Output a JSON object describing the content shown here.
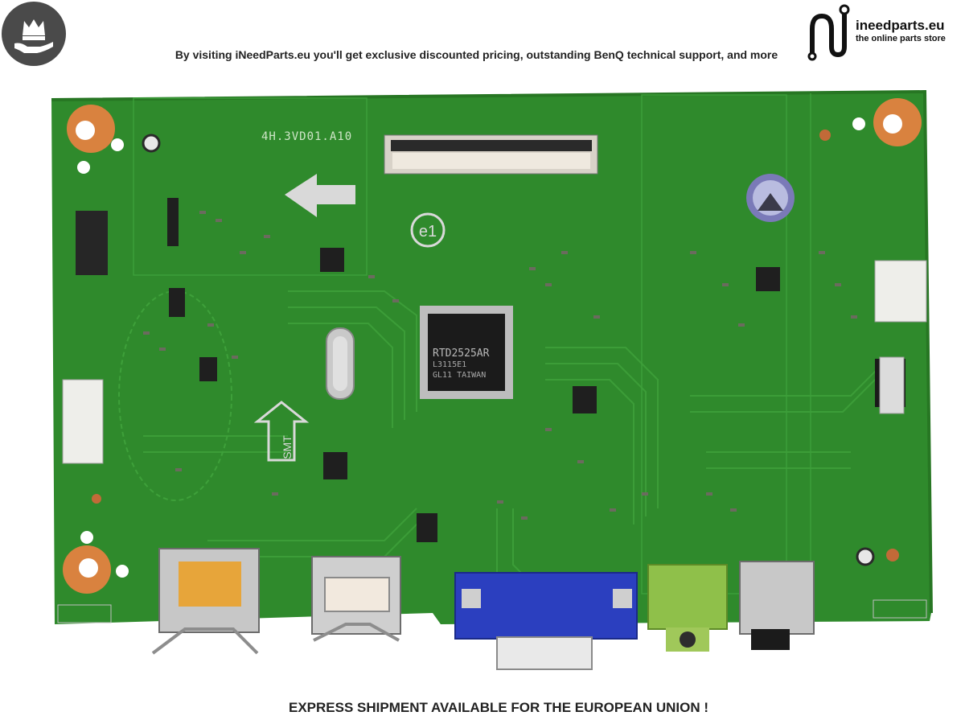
{
  "banner": {
    "tagline": "By visiting iNeedParts.eu you'll get exclusive discounted pricing, outstanding BenQ technical support, and more",
    "logo_name": "ineedparts.eu",
    "logo_tagline": "the online parts store",
    "crown_icon": "crown-hand-icon"
  },
  "board": {
    "silkscreen_code": "4H.3VD01.A10",
    "chip_brand": "RTD2525AR",
    "chip_line2": "L3115E1",
    "chip_line3": "GL11 TAIWAN",
    "e1_mark": "e1",
    "smt_mark": "SMT",
    "pcb_color": "#2f8a2c",
    "trace_color": "#3a9d38"
  },
  "footer": {
    "shipping_note": "EXPRESS SHIPMENT AVAILABLE FOR THE EUROPEAN UNION !"
  }
}
